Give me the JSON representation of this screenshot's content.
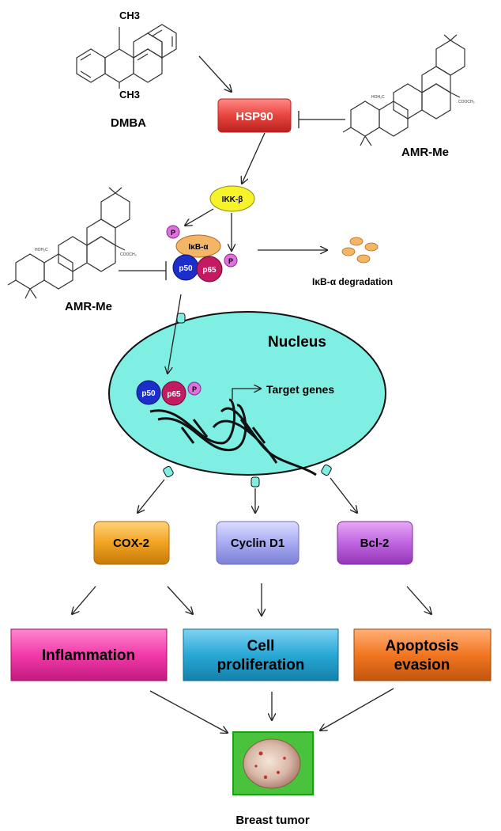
{
  "compounds": {
    "dmba": "DMBA",
    "amr_top": "AMR-Me",
    "amr_left": "AMR-Me",
    "ch3": "CH3",
    "ch3_b": "CH3",
    "ho_label": "HOH₂C",
    "cooch3": "COOCH₃"
  },
  "nodes": {
    "hsp90": "HSP90",
    "ikk": "IKK-β",
    "ikba": "IκB-α",
    "p50": "p50",
    "p65": "p65",
    "phos": "P",
    "ikba_degradation": "IκB-α degradation",
    "nucleus": "Nucleus",
    "target_genes": "Target  genes",
    "cox2": "COX-2",
    "cyclin": "Cyclin D1",
    "bcl2": "Bcl-2",
    "inflammation": "Inflammation",
    "cell_prolif_1": "Cell",
    "cell_prolif_2": "proliferation",
    "apoptosis_1": "Apoptosis",
    "apoptosis_2": "evasion",
    "breast_tumor": "Breast tumor"
  },
  "colors": {
    "hsp90": "#e8443f",
    "ikk": "#f7f32a",
    "ikba": "#f5b567",
    "p50": "#1c2ec9",
    "p65": "#c21b62",
    "phos": "#e070e0",
    "nucleus": "#7feee3",
    "cox2": "#f2a321",
    "cyclin": "#a8abf2",
    "bcl2": "#c065e0",
    "inflammation": "#f23aa9",
    "cell_prolif": "#29a8d6",
    "apoptosis": "#f27621",
    "tumor_border": "#18a010",
    "tumor_bg": "#49c23c"
  }
}
